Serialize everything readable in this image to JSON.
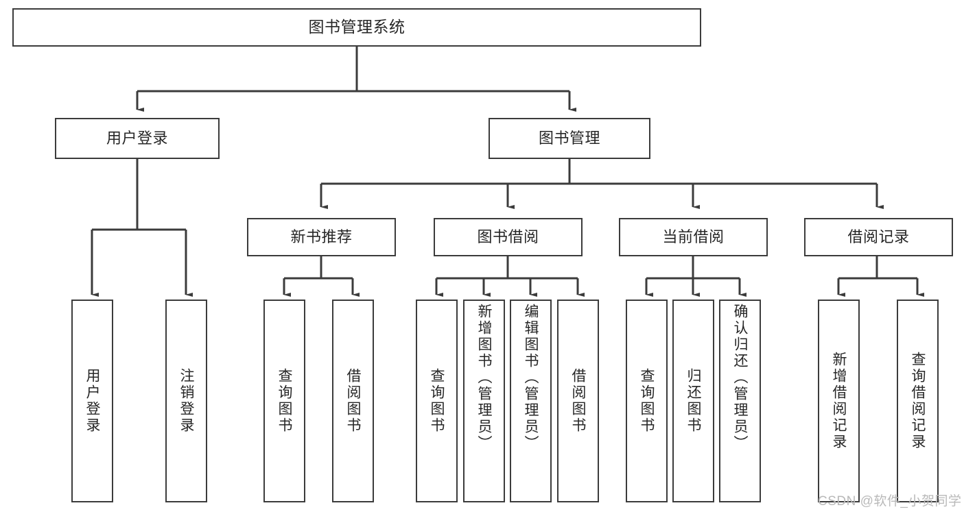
{
  "diagram": {
    "title": "图书管理系统",
    "type": "tree-hierarchy",
    "orientation": "top-down",
    "colors": {
      "node_border": "#3b3b3b",
      "node_fill": "#ffffff",
      "edge": "#3b3b3b",
      "text": "#262626",
      "watermark": "#b9b9b9",
      "background": "#ffffff"
    }
  },
  "nodes": {
    "root": {
      "label": "图书管理系统"
    },
    "level1": [
      {
        "label": "用户登录"
      },
      {
        "label": "图书管理"
      }
    ],
    "level2": [
      {
        "label": "新书推荐"
      },
      {
        "label": "图书借阅"
      },
      {
        "label": "当前借阅"
      },
      {
        "label": "借阅记录"
      }
    ],
    "leaves": {
      "user_login": [
        {
          "label": "用户登录"
        },
        {
          "label": "注销登录"
        }
      ],
      "new_book_recommend": [
        {
          "label": "查询图书"
        },
        {
          "label": "借阅图书"
        }
      ],
      "book_borrow": [
        {
          "label": "查询图书"
        },
        {
          "label": "新增图书（管理员）"
        },
        {
          "label": "编辑图书（管理员）"
        },
        {
          "label": "借阅图书"
        }
      ],
      "current_borrow": [
        {
          "label": "查询图书"
        },
        {
          "label": "归还图书"
        },
        {
          "label": "确认归还（管理员）"
        }
      ],
      "borrow_record": [
        {
          "label": "新增借阅记录"
        },
        {
          "label": "查询借阅记录"
        }
      ]
    }
  },
  "watermark": {
    "text": "CSDN @软件_小贺同学"
  }
}
